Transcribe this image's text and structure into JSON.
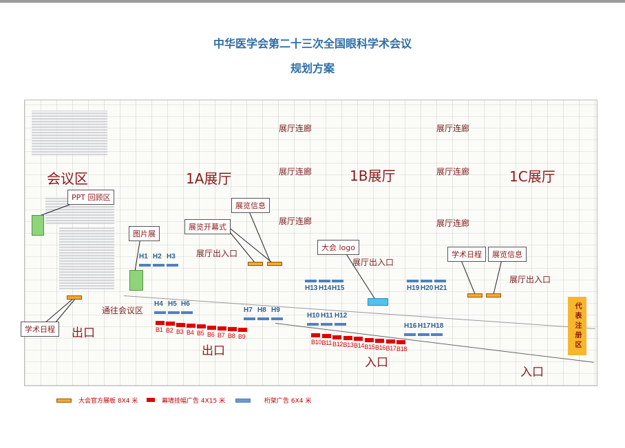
{
  "title": "中华医学会第二十三次全国眼科学术会议",
  "subtitle": "规划方案",
  "areas": {
    "meeting": "会议区",
    "hall_1a": "1A展厅",
    "hall_1b": "1B展厅",
    "hall_1c": "1C展厅"
  },
  "corridor_label": "展厅连廊",
  "hall_entrance_label": "展厅出入口",
  "to_meeting": "通往会议区",
  "exit_label": "出口",
  "entrance_label": "入口",
  "registration": "代表注册区",
  "callouts": {
    "ppt": "PPT 回顾区",
    "photo": "图片展",
    "expo_info_1": "展览信息",
    "opening": "展览开幕式",
    "logo": "大会 logo",
    "schedule_1c": "学术日程",
    "expo_info_1c": "展览信息",
    "schedule_left": "学术日程"
  },
  "truss_ads": [
    "H1",
    "H2",
    "H3",
    "H4",
    "H5",
    "H6",
    "H7",
    "H8",
    "H9",
    "H10",
    "H11",
    "H12",
    "H13",
    "H14",
    "H15",
    "H16",
    "H17",
    "H18",
    "H19",
    "H20",
    "H21"
  ],
  "banner_ads": [
    "B1",
    "B2",
    "B3",
    "B4",
    "B5",
    "B6",
    "B7",
    "B8",
    "B9",
    "B10",
    "B11",
    "B12",
    "B13",
    "B14",
    "B15",
    "B16",
    "B17",
    "B18"
  ],
  "legend": [
    {
      "label": "大会官方展板 8X4 米",
      "color": "#f7a830"
    },
    {
      "label": "幕墙挂幅广告 4X15 米",
      "color": "#e00000"
    },
    {
      "label": "桁架广告 6X4 米",
      "color": "#4f81bd"
    }
  ]
}
